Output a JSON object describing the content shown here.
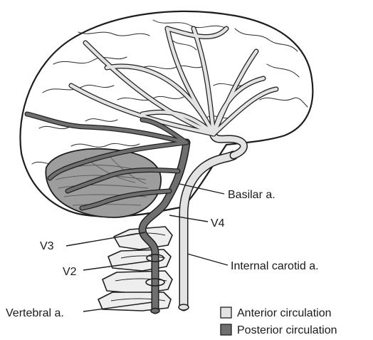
{
  "labels": {
    "basilar": "Basilar a.",
    "v4": "V4",
    "v3": "V3",
    "v2": "V2",
    "internal_carotid": "Internal carotid a.",
    "vertebral": "Vertebral a."
  },
  "legend": [
    {
      "label": "Anterior circulation",
      "color": "#e3e3e3"
    },
    {
      "label": "Posterior circulation",
      "color": "#6f6f6f"
    }
  ],
  "colors": {
    "outline": "#1e1e1e",
    "anterior_vessel": "#e3e3e3",
    "posterior_vessel": "#6f6f6f",
    "cerebellum": "#9d9d9d",
    "bone": "#eeeeee",
    "background": "#ffffff"
  }
}
